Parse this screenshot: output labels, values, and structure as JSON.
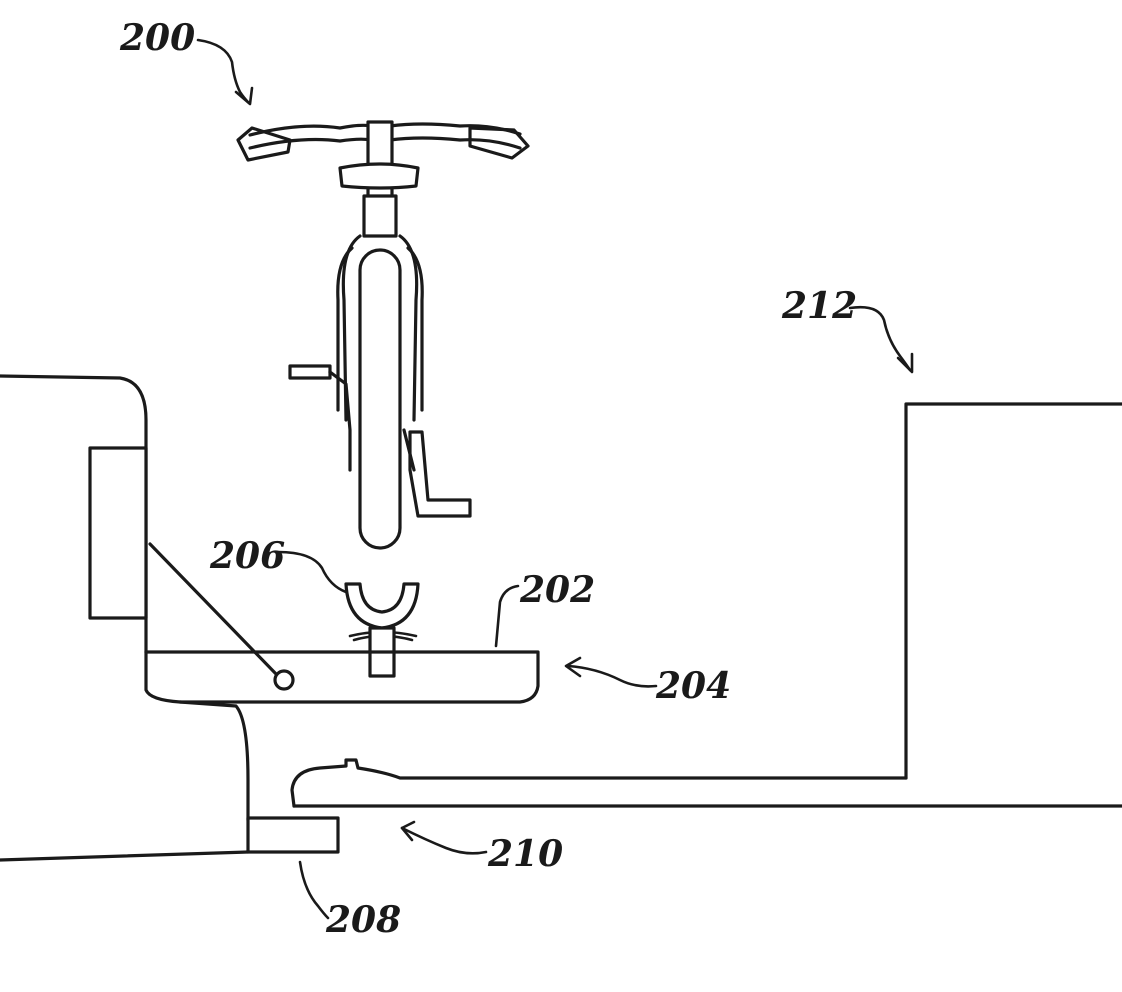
{
  "figure": {
    "labels": {
      "bicycle": "200",
      "tray": "202",
      "rack": "204",
      "wheel_cradle": "206",
      "hitch_receiver": "208",
      "hitch_arm": "210",
      "vehicle": "212"
    }
  },
  "colors": {
    "ink": "#1a1a1a",
    "paper": "#ffffff"
  }
}
